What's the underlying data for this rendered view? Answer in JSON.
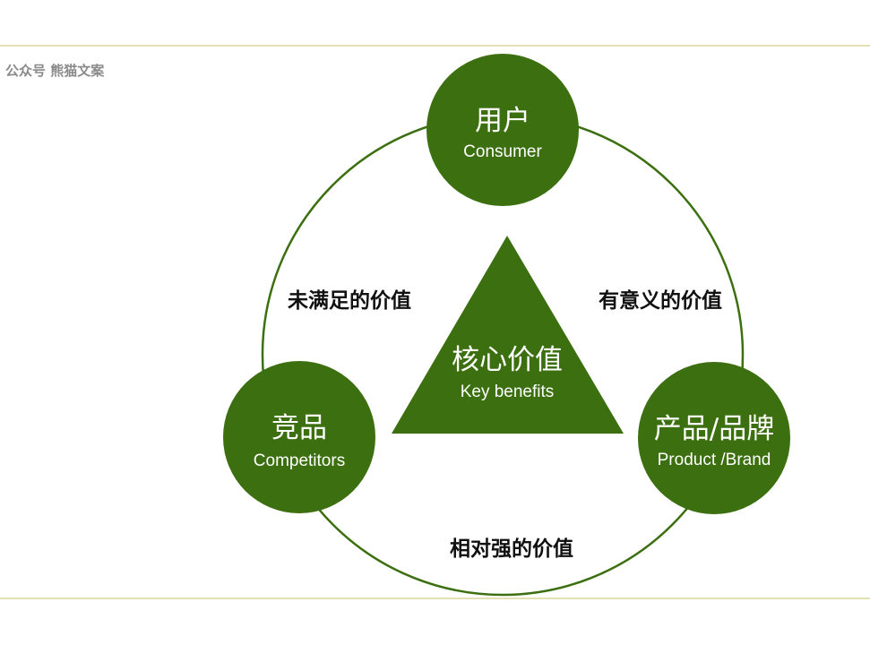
{
  "watermark": "公众号 熊猫文案",
  "colors": {
    "node_fill": "#3c6f0f",
    "ring_stroke": "#3c6f0f",
    "rule": "#e3e0b4",
    "watermark": "#8a8a8a",
    "label": "#111111"
  },
  "center": {
    "title": "核心价值",
    "subtitle": "Key benefits"
  },
  "nodes": {
    "consumer": {
      "title": "用户",
      "subtitle": "Consumer"
    },
    "competitors": {
      "title": "竞品",
      "subtitle": "Competitors"
    },
    "product": {
      "title": "产品/品牌",
      "subtitle": "Product /Brand"
    }
  },
  "edges": {
    "left": "未满足的价值",
    "right": "有意义的价值",
    "bottom": "相对强的价值"
  }
}
